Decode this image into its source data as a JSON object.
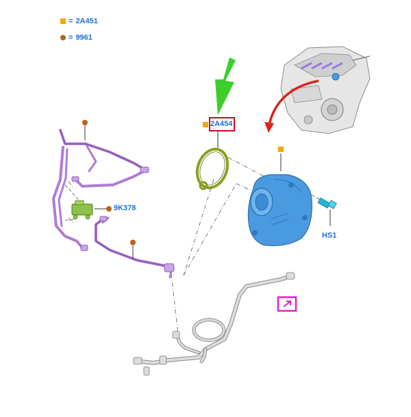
{
  "legend": [
    {
      "symbol": "square",
      "color": "#f2a900",
      "eq": "=",
      "code": "2A451"
    },
    {
      "symbol": "circle",
      "color": "#b5651d",
      "eq": "=",
      "code": "9961"
    }
  ],
  "callouts": {
    "pump_gasket": "2A454",
    "solenoid": "9K378",
    "bolt": "HS1"
  },
  "colors": {
    "label_blue": "#1f6fd1",
    "square_marker": "#f2a900",
    "circle_marker": "#b5651d",
    "hose_purple": "#b07ad6",
    "pump_blue": "#4a9ae0",
    "gasket_green": "#8aa020",
    "solenoid_green": "#8bc34a",
    "arrow_green": "#3ccf2a",
    "arrow_red": "#e0231c",
    "highlight_red": "#d9001b",
    "magenta_box": "#e020c8",
    "pipe_gray": "#b8b8b8"
  },
  "icons": [
    "engine-illustration",
    "green-pointer-arrow",
    "red-location-arrow",
    "detail-view-icon"
  ]
}
